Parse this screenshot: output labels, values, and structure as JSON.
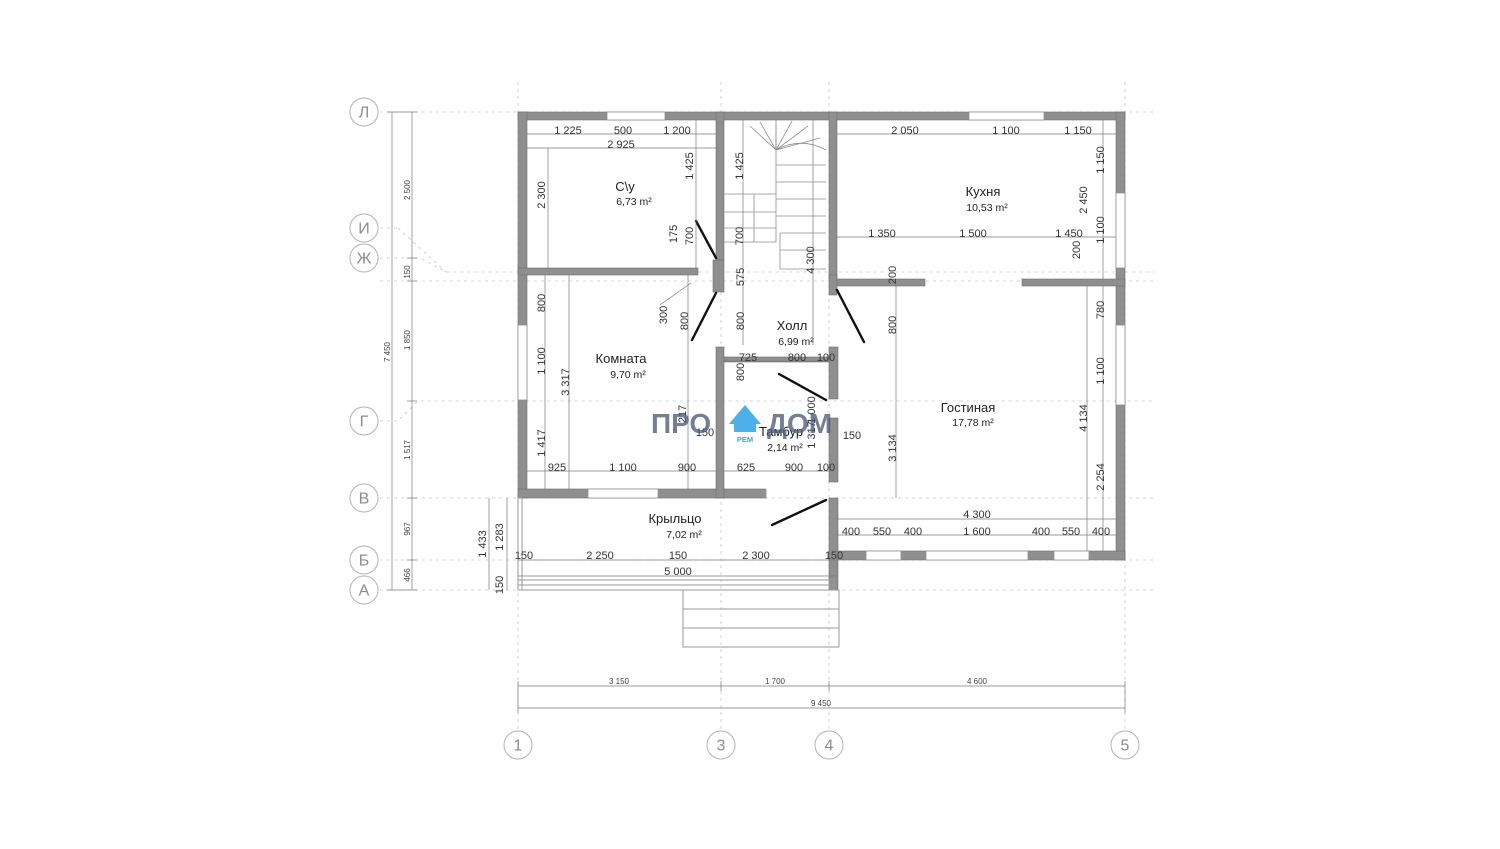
{
  "logo": {
    "text_left": "ПРО",
    "text_right": "ДОМ",
    "sub": "РЕМ"
  },
  "grid_axes": {
    "rows": [
      "Л",
      "И",
      "Ж",
      "Г",
      "В",
      "Б",
      "А"
    ],
    "columns": [
      "1",
      "3",
      "4",
      "5"
    ]
  },
  "rooms": [
    {
      "name": "С\\у",
      "area": "6,73 m²"
    },
    {
      "name": "Кухня",
      "area": "10,53 m²"
    },
    {
      "name": "Холл",
      "area": "6,99 m²"
    },
    {
      "name": "Комната",
      "area": "9,70 m²"
    },
    {
      "name": "Гостиная",
      "area": "17,78 m²"
    },
    {
      "name": "Тамбур",
      "area": "2,14 m²"
    },
    {
      "name": "Крыльцо",
      "area": "7,02 m²"
    }
  ],
  "dims_overall": {
    "bottom_segments": [
      "3 150",
      "1 700",
      "4 600"
    ],
    "bottom_total": "9 450",
    "left_segments": [
      "2 500",
      "150",
      "1 850",
      "1 517",
      "967",
      "466"
    ],
    "left_total": "7 450",
    "porch_left": [
      "1 433",
      "1 283",
      "150"
    ]
  },
  "dims_top": {
    "su_top": [
      "1 225",
      "500",
      "1 200"
    ],
    "su_width": "2 925",
    "su_height": "2 300",
    "su_right_upper": "1 425",
    "stair_upper": "1 425",
    "su_door": [
      "175",
      "700"
    ],
    "stair_700": "700",
    "kitchen_top": [
      "2 050",
      "1 100",
      "1 150"
    ],
    "kitchen_right": [
      "1 150",
      "2 450",
      "1 100",
      "200"
    ],
    "kitchen_mid": [
      "1 350",
      "1 500",
      "1 450"
    ],
    "hall_height": "4 300",
    "hall_mid": [
      "575",
      "800"
    ],
    "hall_200": "200",
    "living_left_800": "800"
  },
  "dims_mid": {
    "room_left": [
      "800",
      "1 100",
      "1 417"
    ],
    "room_height": "3 317",
    "room_door": [
      "300",
      "800"
    ],
    "room_bottom": [
      "925",
      "1 100",
      "900"
    ],
    "vest_top": [
      "725",
      "800",
      "100"
    ],
    "vest_side": "800",
    "vest_bottom": [
      "625",
      "900",
      "100"
    ],
    "vest_150_left": "150",
    "vest_150_right": "150",
    "vest_1317": "1 317",
    "vest_1000": "1 000",
    "room_2x7": "217",
    "living_height": "3 134",
    "living_right": [
      "780",
      "1 100",
      "4 134",
      "2 254"
    ],
    "living_width": "4 300",
    "living_bottom": [
      "400",
      "550",
      "400",
      "1 600",
      "400",
      "550",
      "400"
    ]
  },
  "dims_porch": {
    "segments": [
      "150",
      "2 250",
      "150",
      "2 300",
      "150"
    ],
    "total": "5 000"
  }
}
